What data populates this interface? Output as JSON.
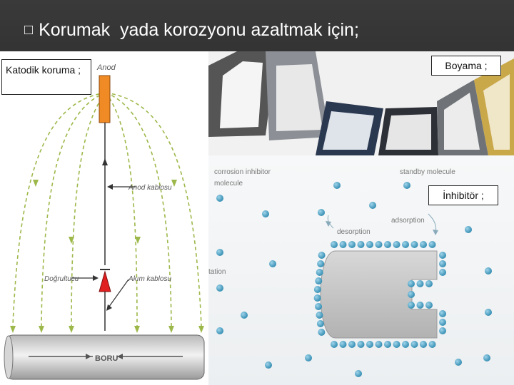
{
  "slide": {
    "title_bullet": "□",
    "title": "Korumak  yada korozyonu azaltmak için;"
  },
  "cathodic": {
    "callout": "Katodik koruma ;",
    "labels": {
      "anode": "Anod",
      "anode_cable": "Anod kablosu",
      "rectifier": "Doğrultucu",
      "current_cable": "Akım kablosu",
      "pipe": "BORU"
    }
  },
  "paint": {
    "callout": "Boyama ;"
  },
  "inhibitor": {
    "callout": "İnhibitör ;",
    "labels": {
      "corrosion_inhibitor": "corrosion inhibitor",
      "molecule": "molecule",
      "standby": "standby molecule",
      "adsorption": "adsorption",
      "desorption": "desorption",
      "edge": "tation"
    }
  },
  "colors": {
    "slide_bg": "#262626",
    "anode_orange": "#f08a24",
    "rectifier_red": "#e02020",
    "field_line_green": "#9db84a",
    "molecule_blue": "#43a3c8",
    "metal_gray": "#c8c8c8"
  }
}
